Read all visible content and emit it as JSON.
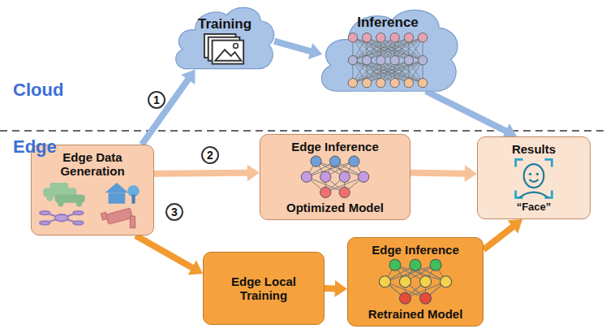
{
  "diagram": {
    "nodes": [
      {
        "text": [
          "Training"
        ]
      },
      {
        "text": [
          "Inference"
        ]
      },
      {
        "text": [
          "Edge Data Generation"
        ]
      },
      {
        "text": [
          "Edge Inference",
          "Optimized Model"
        ]
      },
      {
        "text": [
          "Results",
          "“Face”"
        ]
      },
      {
        "text": [
          "Edge Local Training"
        ]
      },
      {
        "text": [
          "Edge Inference",
          "Retrained Model"
        ]
      }
    ],
    "edges": [
      {
        "from": 2,
        "to": 0,
        "arrow": "to"
      },
      {
        "from": 0,
        "to": 1,
        "arrow": "to"
      },
      {
        "from": 1,
        "to": 4,
        "arrow": "to"
      },
      {
        "from": 2,
        "to": 3,
        "arrow": "to"
      },
      {
        "from": 3,
        "to": 4,
        "arrow": "to"
      },
      {
        "from": 2,
        "to": 5,
        "arrow": "to"
      },
      {
        "from": 5,
        "to": 6,
        "arrow": "to"
      },
      {
        "from": 6,
        "to": 4,
        "arrow": "to"
      }
    ],
    "labels": [
      "Cloud",
      "Edge",
      "1",
      "2",
      "3"
    ]
  }
}
